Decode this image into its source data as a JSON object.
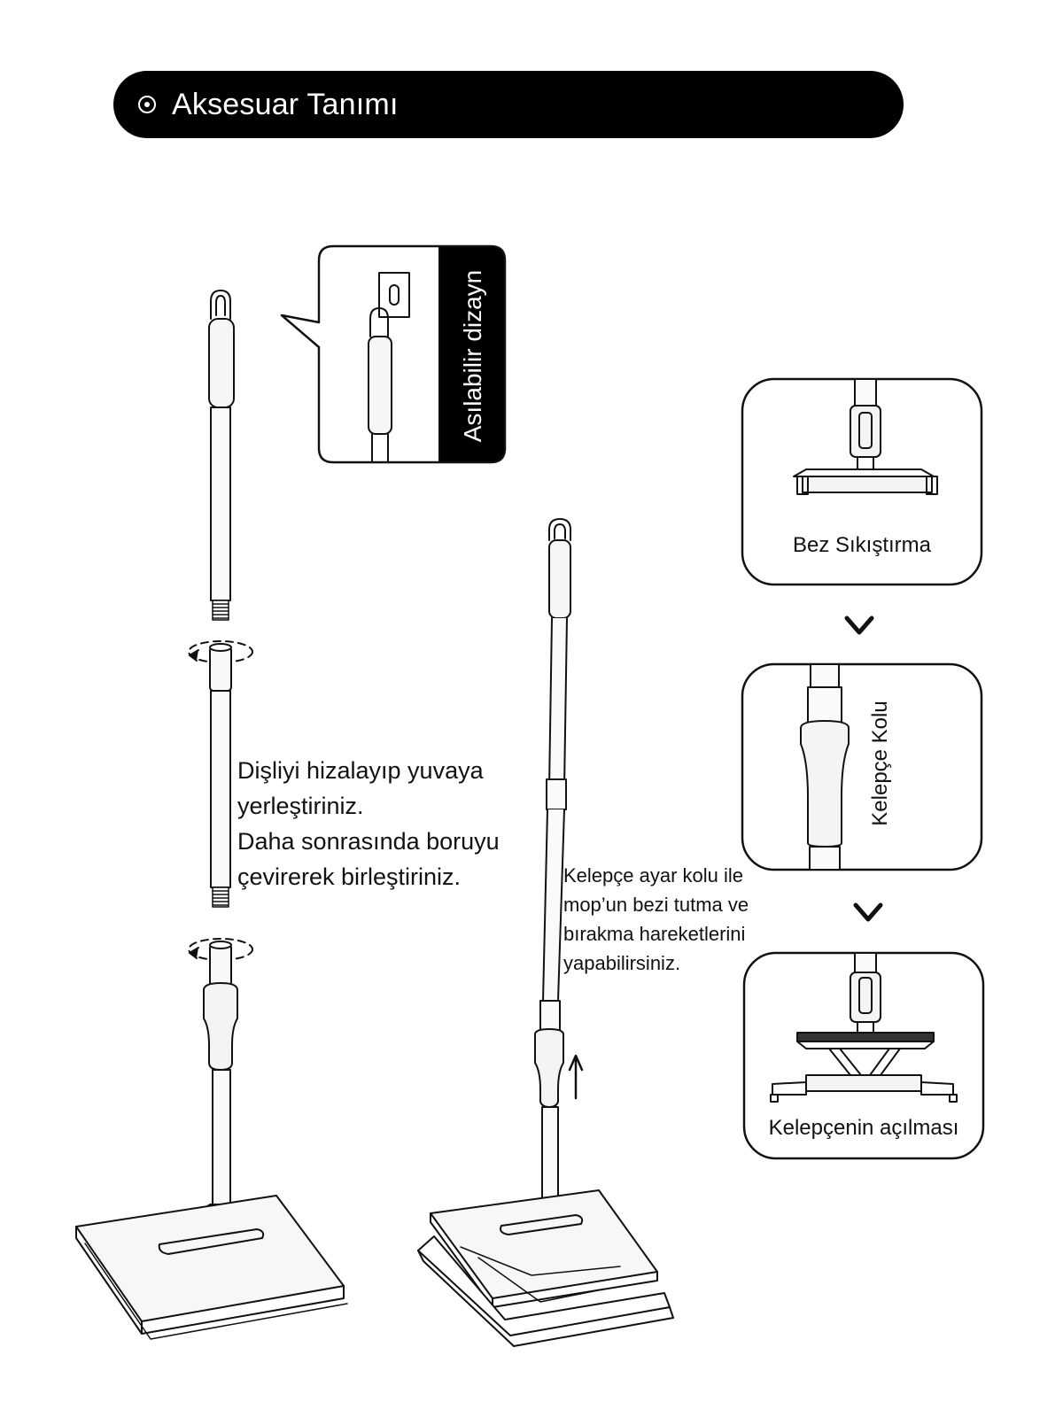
{
  "header": {
    "title": "Aksesuar Tanımı",
    "icon": "target-circle-icon"
  },
  "hanging_callout": {
    "label": "Asılabilir dizayn"
  },
  "instructions": {
    "line1": "Dişliyi hizalayıp yuvaya",
    "line2": "yerleştiriniz.",
    "line3": "Daha sonrasında boruyu",
    "line4": "çevirerek birleştiriniz."
  },
  "clamp_note": {
    "line1": "Kelepçe ayar kolu ile",
    "line2": "mop’un bezi tutma ve",
    "line3": "bırakma hareketlerini",
    "line4": "yapabilirsiniz."
  },
  "panels": {
    "cloth_clamp": {
      "label": "Bez Sıkıştırma"
    },
    "clamp_lever": {
      "label": "Kelepçe Kolu"
    },
    "clamp_open": {
      "label": "Kelepçenin açılması"
    }
  },
  "colors": {
    "ink": "#111111",
    "header_bg": "#000000",
    "header_text": "#ffffff"
  }
}
